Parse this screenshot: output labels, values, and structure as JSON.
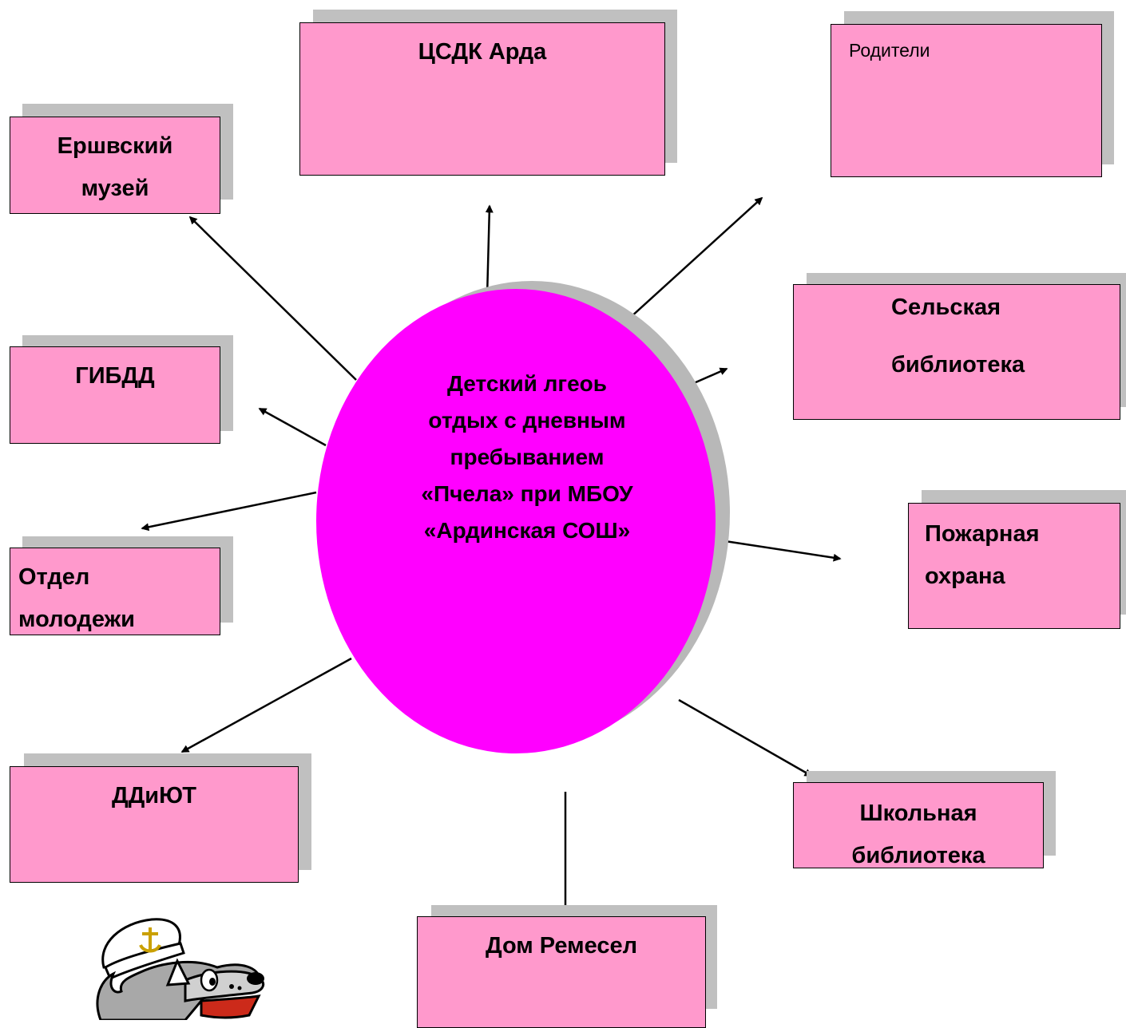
{
  "center": {
    "lines": [
      "Детский лгеоь",
      "отдых с дневным",
      "пребыванием",
      "«Пчела» при МБОУ",
      "«Ардинская СОШ»"
    ]
  },
  "nodes": {
    "cdk": "ЦСДК Арда",
    "parents": "Родители",
    "museum": "Ершвский\nмузей",
    "village_library": "Сельская\n\nбиблиотека",
    "gibdd": "ГИБДД",
    "youth": "Отдел\nмолодежи",
    "fire": "Пожарная\nохрана",
    "ddiut": "ДДиЮТ",
    "school_library": "Школьная\nбиблиотека",
    "crafts": "Дом Ремесел"
  },
  "colors": {
    "box_fill": "#ff99cc",
    "box_shadow": "#c0c0c0",
    "center_fill": "#ff00ff",
    "arrow": "#000000"
  },
  "mascot": {
    "icon": "wolf-sailor-cartoon-icon"
  }
}
